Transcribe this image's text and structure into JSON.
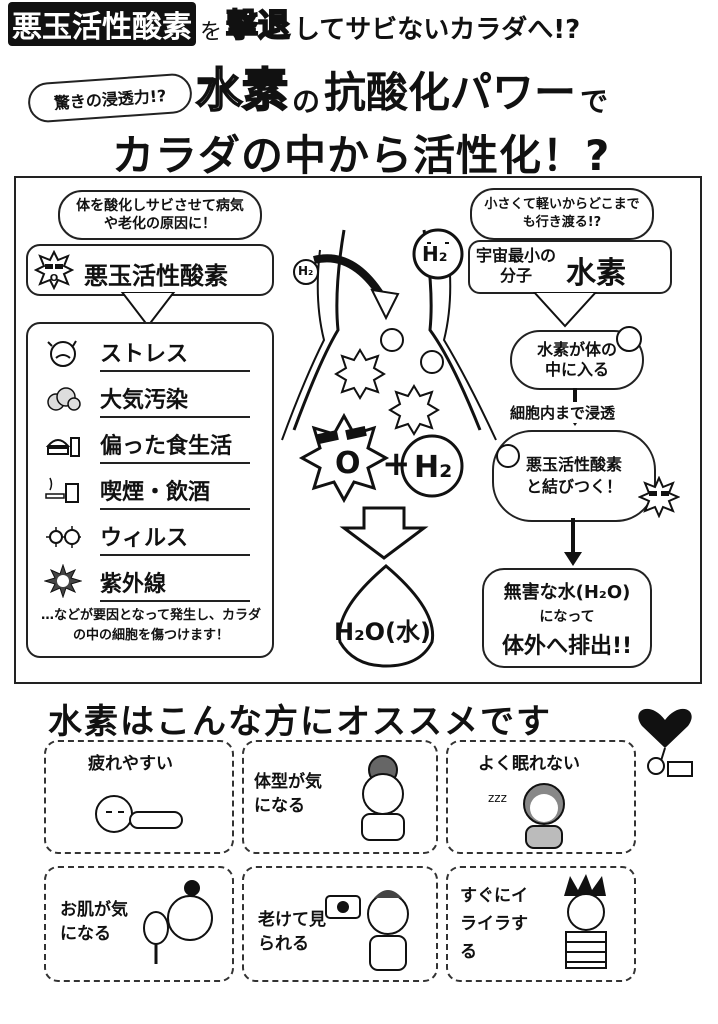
{
  "header": {
    "line1_a": "悪玉活性酸素",
    "line1_b": "を",
    "line1_c": "撃退",
    "line1_d": "してサビないカラダへ!?",
    "badge": "驚きの浸透力!?",
    "line2_a": "水素",
    "line2_b": "の",
    "line2_c": "抗酸化パワー",
    "line2_d": "で",
    "line3": "カラダの中から活性化！?"
  },
  "left": {
    "bubble": "体を酸化しサビさせて病気や老化の原因に！",
    "title": "悪玉活性酸素",
    "causes": [
      "ストレス",
      "大気汚染",
      "偏った食生活",
      "喫煙・飲酒",
      "ウィルス",
      "紫外線"
    ],
    "footer": "…などが要因となって発生し、カラダの中の細胞を傷つけます！"
  },
  "center": {
    "h2_label": "H₂",
    "o_label": "O",
    "plus": "+",
    "result": "H₂O(水)"
  },
  "right": {
    "bubble": "小さくて軽いからどこまでも行き渡る!?",
    "h2": "H₂",
    "title_small": "宇宙最小の分子",
    "title_big": "水素",
    "step1": "水素が体の中に入る",
    "step1b": "細胞内まで浸透",
    "step2": "悪玉活性酸素と結びつく！",
    "step3a": "無害な水(H₂O)",
    "step3b": "になって",
    "step3c": "体外へ排出!!"
  },
  "recommend": {
    "title": "水素はこんな方にオススメです",
    "items": [
      "疲れやすい",
      "体型が気になる",
      "よく眠れない",
      "お肌が気になる",
      "老けて見られる",
      "すぐにイライラする"
    ]
  }
}
